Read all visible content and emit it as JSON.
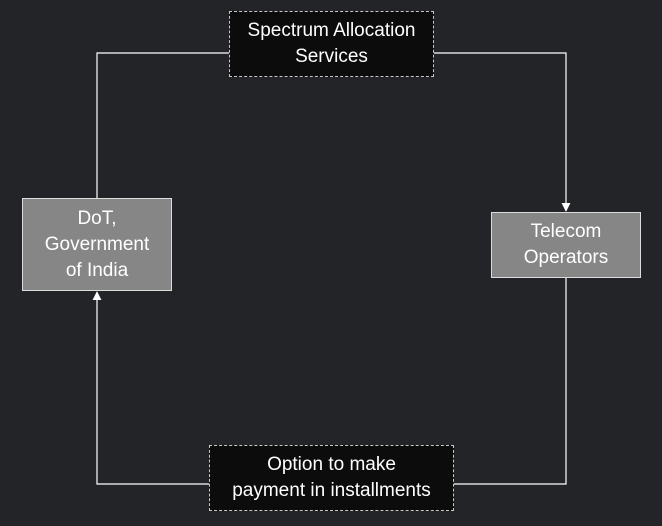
{
  "diagram": {
    "nodes": {
      "spectrum": "Spectrum Allocation\nServices",
      "telecom": "Telecom\nOperators",
      "option": "Option to make\npayment in installments",
      "dot": "DoT,\nGovernment\nof India"
    },
    "edges": [
      {
        "from": "dot",
        "via": "spectrum",
        "to": "telecom"
      },
      {
        "from": "telecom",
        "via": "option",
        "to": "dot"
      }
    ],
    "colors": {
      "background": "#222428",
      "connector": "#ffffff",
      "dark_box": "#0c0c0c",
      "grey_box": "#868686"
    }
  }
}
